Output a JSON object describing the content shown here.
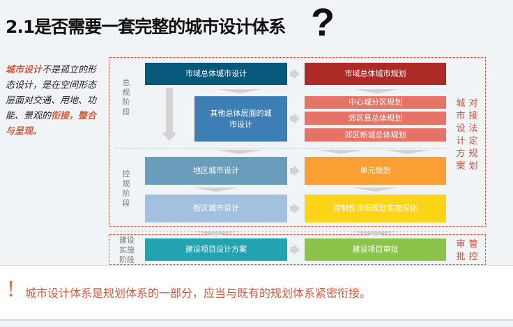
{
  "header": {
    "title": "2.1是否需要一套完整的城市设计体系",
    "question_mark": "?"
  },
  "intro": {
    "highlight_start": "城市设计",
    "text_middle": "不是孤立的形态设计，是在空间形态层面对交通、用地、功能、景观的",
    "highlight_end": "衔接，整合与呈现",
    "text_end": "。"
  },
  "diagram": {
    "stages": {
      "master": "总规阶段",
      "control": "控规阶段",
      "construction": "建设实施阶段"
    },
    "design_boxes": {
      "city_overall": "市域总体城市设计",
      "other_overall": "其他总体层面的城市设计",
      "district": "地区城市设计",
      "block": "街区城市设计",
      "project": "建设项目设计方案"
    },
    "plan_boxes": {
      "city_overall_plan": "市域总体城市规划",
      "center_district": "中心城分区规划",
      "suburb_county": "郊区县总体规划",
      "suburb_newtown": "郊区新城总体规划",
      "unit_plan": "单元规划",
      "detailed_control": "控制性详细规划实施深化",
      "project_approval": "建设项目审批"
    },
    "side_labels": {
      "connect_col1": "城市设计方案",
      "connect_col2": "对接法定规划",
      "approve_col1": "审批",
      "approve_col2": "管控"
    },
    "colors": {
      "city_overall": "#07587a",
      "other_overall": "#3d7fb5",
      "district": "#6a9cbb",
      "block": "#a3c1de",
      "project": "#22a3b1",
      "city_overall_plan": "#ad2a27",
      "salmon": "#e57366",
      "unit_plan": "#fb9f35",
      "detailed_control": "#fdd418",
      "project_approval": "#8cc34a",
      "frame": "#c0392b",
      "side_text": "#c9503a"
    }
  },
  "note": {
    "icon": "!",
    "text": "城市设计体系是规划体系的一部分，应当与既有的规划体系紧密衔接。"
  }
}
